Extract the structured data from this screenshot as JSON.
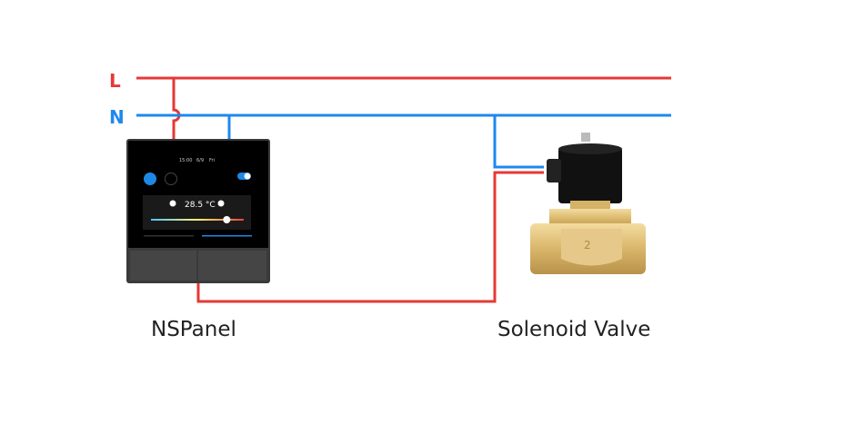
{
  "wires": {
    "live_label": "L",
    "neutral_label": "N",
    "live_color": "#e53935",
    "neutral_color": "#1e88f0"
  },
  "devices": {
    "panel_label": "NSPanel",
    "valve_label": "Solenoid Valve"
  },
  "panel_screen": {
    "time": "15:00",
    "date": "6/9",
    "day": "Fri",
    "temperature": "28.5 °C",
    "slider_level": 0.85
  },
  "valve_marking": "2"
}
